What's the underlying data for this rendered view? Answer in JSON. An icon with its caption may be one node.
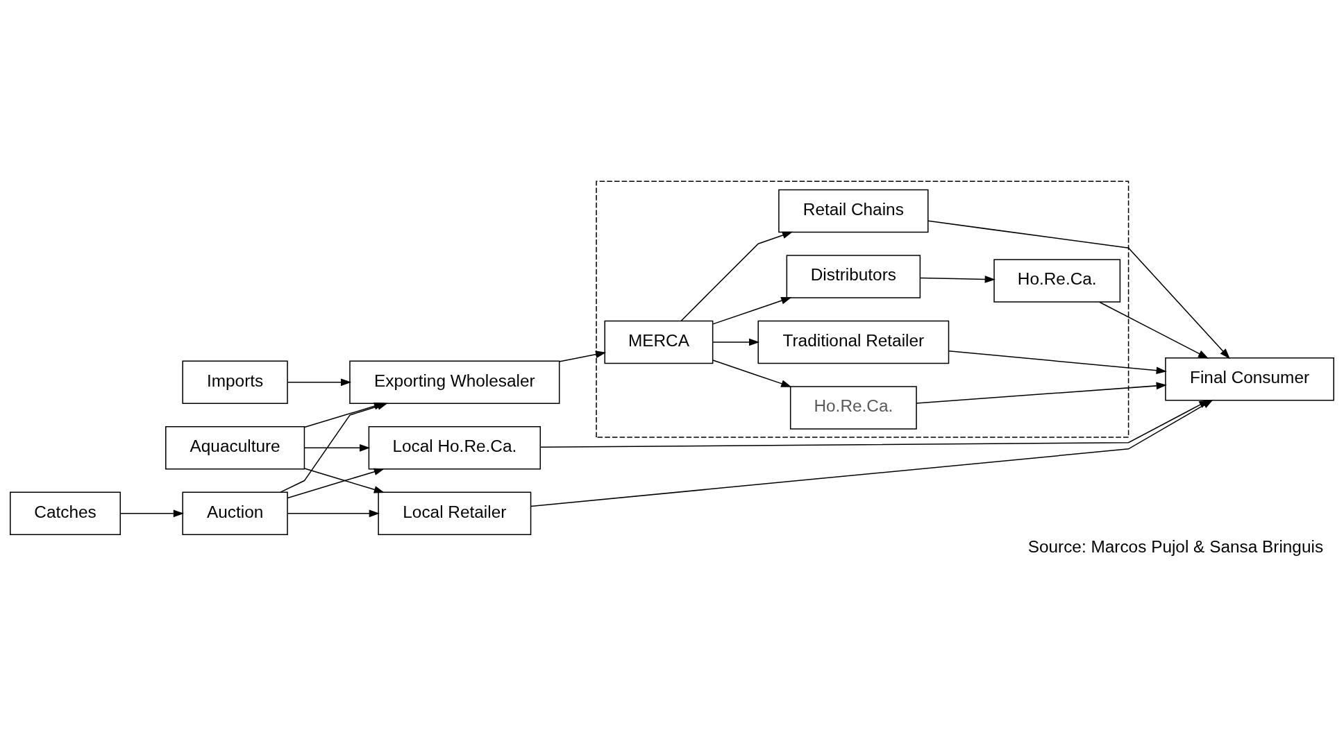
{
  "diagram": {
    "caption": "Source: Marcos Pujol & Sansa Bringuis",
    "nodes": [
      {
        "text": [
          "Imports"
        ]
      },
      {
        "text": [
          "Auction"
        ]
      },
      {
        "text": [
          "Catches"
        ]
      },
      {
        "text": [
          "Aquaculture"
        ]
      },
      {
        "text": [
          "Exporting Wholesaler"
        ]
      },
      {
        "text": [],
        "shape": "box"
      },
      {
        "text": [
          "MERCA"
        ],
        "in": 5
      },
      {
        "text": [
          "Traditional Retailer"
        ],
        "in": 5
      },
      {
        "text": [
          "Ho.Re.Ca."
        ],
        "in": 5
      },
      {
        "text": [
          "Retail Chains"
        ],
        "in": 5
      },
      {
        "text": [
          "Distributors"
        ],
        "in": 5
      },
      {
        "text": [
          "Ho.Re.Ca."
        ],
        "in": 5
      },
      {
        "text": [
          "Final Consumer"
        ]
      },
      {
        "text": [
          "Local Retailer"
        ]
      },
      {
        "text": [
          "Local Ho.Re.Ca."
        ]
      }
    ],
    "edges": [
      {
        "from": 0,
        "to": 4,
        "arrow": "to"
      },
      {
        "from": 2,
        "to": 1,
        "arrow": "to"
      },
      {
        "from": 1,
        "to": 4,
        "arrow": "to"
      },
      {
        "from": 1,
        "to": 13,
        "arrow": "to"
      },
      {
        "from": 1,
        "to": 14,
        "arrow": "to"
      },
      {
        "from": 3,
        "to": 4,
        "arrow": "to"
      },
      {
        "from": 3,
        "to": 13,
        "arrow": "to"
      },
      {
        "from": 3,
        "to": 14,
        "arrow": "to"
      },
      {
        "from": 4,
        "to": 6,
        "arrow": "to"
      },
      {
        "from": 6,
        "to": 7,
        "arrow": "to"
      },
      {
        "from": 6,
        "to": 8,
        "arrow": "to"
      },
      {
        "from": 6,
        "to": 9,
        "arrow": "to"
      },
      {
        "from": 6,
        "to": 10,
        "arrow": "to"
      },
      {
        "from": 10,
        "to": 11,
        "arrow": "to"
      },
      {
        "from": 7,
        "to": 12,
        "arrow": "to"
      },
      {
        "from": 8,
        "to": 12,
        "arrow": "to"
      },
      {
        "from": 9,
        "to": 12,
        "arrow": "to"
      },
      {
        "from": 11,
        "to": 12,
        "arrow": "to"
      },
      {
        "from": 13,
        "to": 12,
        "arrow": "to"
      },
      {
        "from": 14,
        "to": 12,
        "arrow": "to"
      }
    ]
  }
}
